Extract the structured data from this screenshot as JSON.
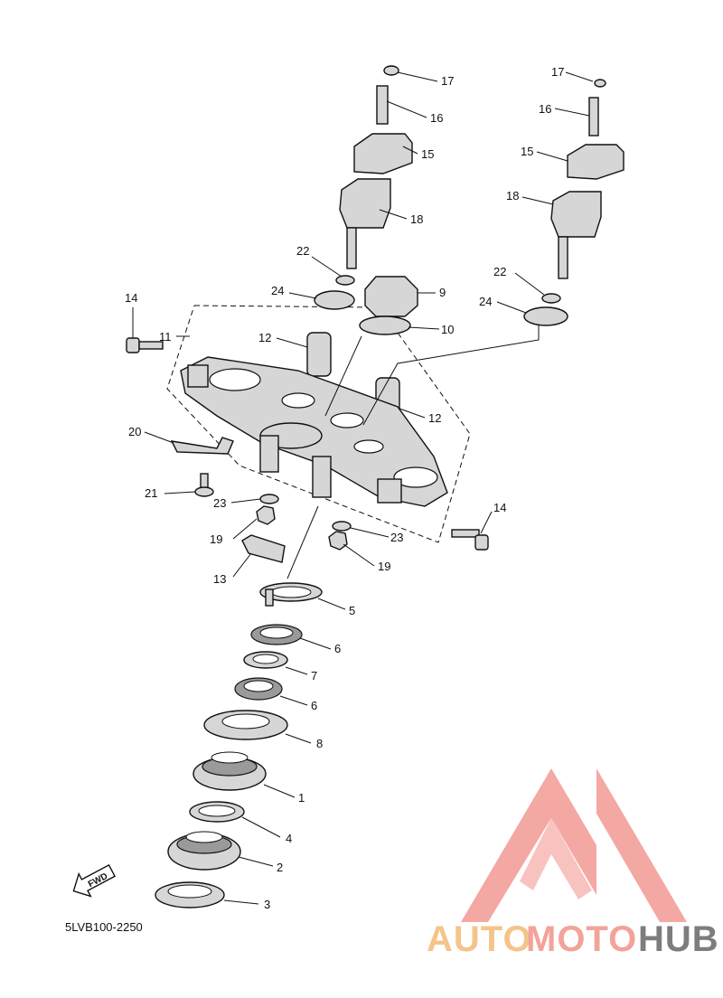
{
  "diagram": {
    "reference_code": "5LVB100-2250",
    "fwd_label": "FWD",
    "callouts": [
      "17",
      "16",
      "15",
      "18",
      "22",
      "24",
      "9",
      "10",
      "12",
      "14",
      "11",
      "20",
      "21",
      "23",
      "19",
      "13",
      "5",
      "6",
      "7",
      "8",
      "1",
      "4",
      "2",
      "3"
    ]
  },
  "watermark": {
    "brand_part1": "AUTO",
    "brand_part2": "MOTO",
    "brand_part3": "HUB",
    "colors": {
      "auto": "#f6c48a",
      "moto": "#f3a39a",
      "hub": "#7d7d7d",
      "logo": "#f39a93"
    }
  }
}
